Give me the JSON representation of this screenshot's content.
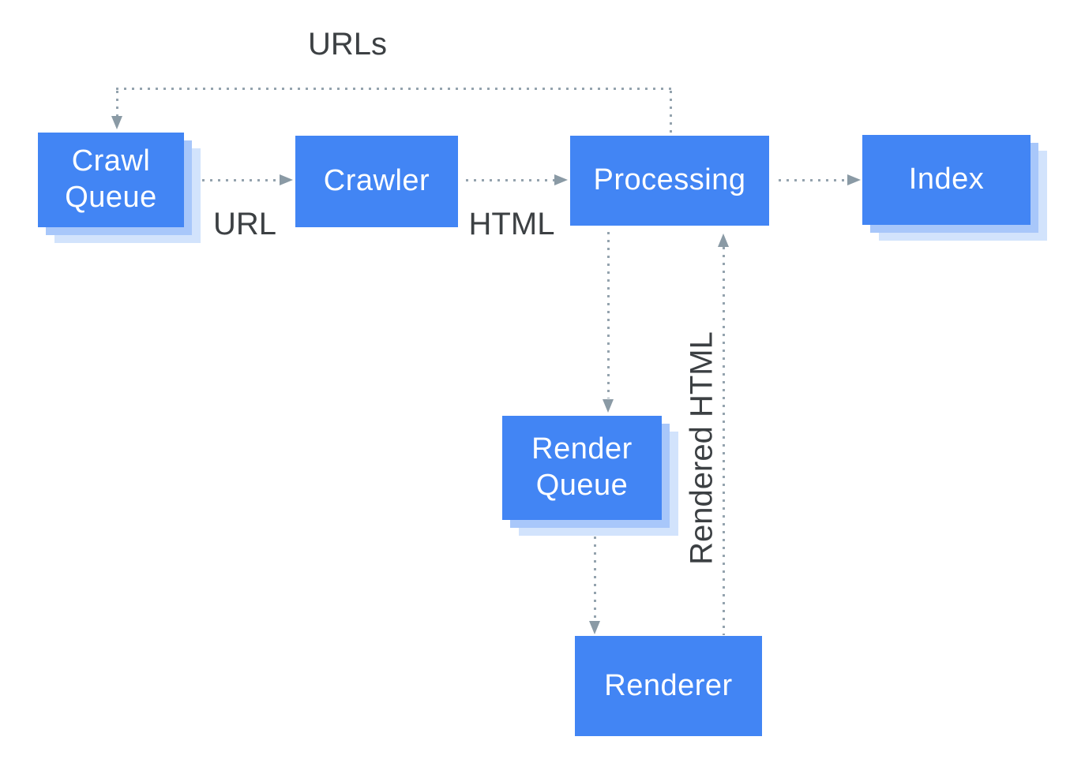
{
  "diagram": {
    "type": "flowchart",
    "colors": {
      "node_fill": "#4285f4",
      "node_text": "#ffffff",
      "shadow_inner": "#a8c7fa",
      "shadow_outer": "#d2e3fc",
      "connector": "#94a3ae",
      "arrow": "#8a9aa5",
      "label_text": "#3c4043",
      "background": "#ffffff"
    },
    "nodes": {
      "crawl_queue": {
        "label": "Crawl Queue"
      },
      "crawler": {
        "label": "Crawler"
      },
      "processing": {
        "label": "Processing"
      },
      "index": {
        "label": "Index"
      },
      "render_queue": {
        "label": "Render Queue"
      },
      "renderer": {
        "label": "Renderer"
      }
    },
    "edge_labels": {
      "urls": "URLs",
      "url": "URL",
      "html": "HTML",
      "rendered_html": "Rendered HTML"
    },
    "edges": [
      {
        "from": "Processing",
        "to": "Crawl Queue",
        "label": "URLs",
        "style": "dotted-arrow"
      },
      {
        "from": "Crawl Queue",
        "to": "Crawler",
        "label": "URL",
        "style": "dotted-arrow"
      },
      {
        "from": "Crawler",
        "to": "Processing",
        "label": "HTML",
        "style": "dotted-arrow"
      },
      {
        "from": "Processing",
        "to": "Index",
        "label": "",
        "style": "dotted-arrow"
      },
      {
        "from": "Processing",
        "to": "Render Queue",
        "label": "",
        "style": "dotted-arrow"
      },
      {
        "from": "Render Queue",
        "to": "Renderer",
        "label": "",
        "style": "dotted-arrow"
      },
      {
        "from": "Renderer",
        "to": "Processing",
        "label": "Rendered HTML",
        "style": "dotted-arrow"
      }
    ]
  }
}
